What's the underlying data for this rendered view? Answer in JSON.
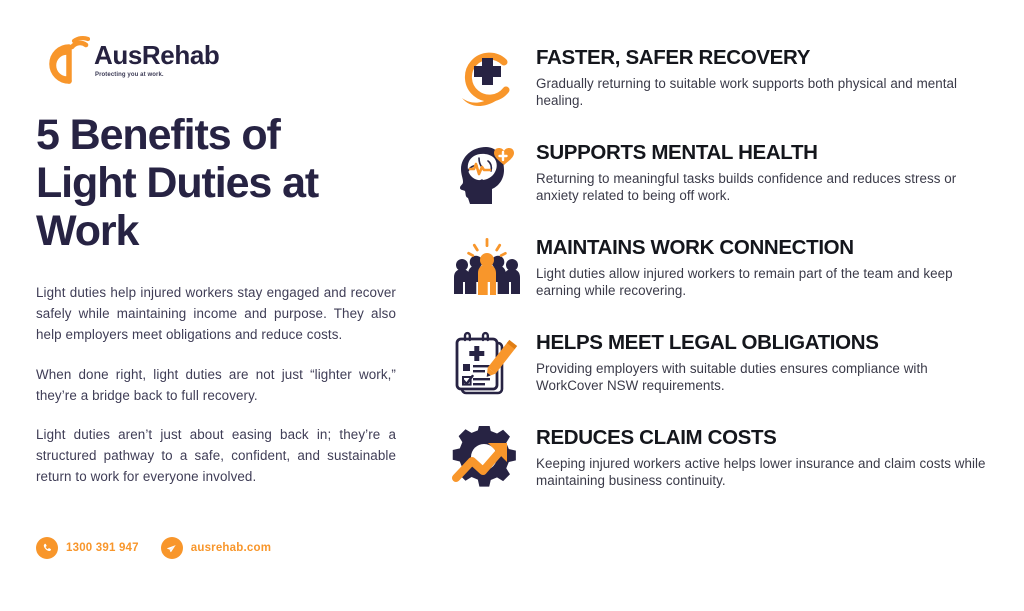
{
  "brand": {
    "name": "AusRehab",
    "tagline": "Protecting you at work.",
    "logo_icon": "ausrehab-swirl-logo",
    "orange": "#f8962b",
    "navy": "#272343"
  },
  "headline": "5 Benefits of Light Duties at Work",
  "paragraphs": [
    "Light duties help injured workers stay engaged and recover safely while maintaining income and purpose. They also help employers meet obligations and reduce costs.",
    "When done right, light duties are not just “lighter work,” they’re a bridge back to full recovery.",
    "Light duties aren’t just about easing back in; they’re a structured pathway to a safe, confident, and sustainable return to work for everyone involved."
  ],
  "contact": {
    "phone": {
      "icon": "phone-icon",
      "label": "1300 391 947"
    },
    "website": {
      "icon": "send-paper-plane-icon",
      "label": "ausrehab.com"
    }
  },
  "benefits": [
    {
      "icon": "medical-cross-in-hand-icon",
      "title": "FASTER, SAFER RECOVERY",
      "desc": "Gradually returning to suitable work supports both physical and mental healing."
    },
    {
      "icon": "head-brain-heartbeat-icon",
      "title": "SUPPORTS MENTAL HEALTH",
      "desc": "Returning to meaningful tasks builds confidence and reduces stress or anxiety related to being off work."
    },
    {
      "icon": "team-group-people-icon",
      "title": "MAINTAINS WORK CONNECTION",
      "desc": "Light duties allow injured workers to remain part of the team and keep earning while recovering."
    },
    {
      "icon": "clipboard-checklist-pencil-icon",
      "title": "HELPS MEET LEGAL OBLIGATIONS",
      "desc": "Providing employers with suitable duties ensures compliance with WorkCover NSW requirements."
    },
    {
      "icon": "gear-growth-arrow-icon",
      "title": "REDUCES CLAIM COSTS",
      "desc": "Keeping injured workers active helps lower insurance and claim costs while maintaining business continuity."
    }
  ]
}
